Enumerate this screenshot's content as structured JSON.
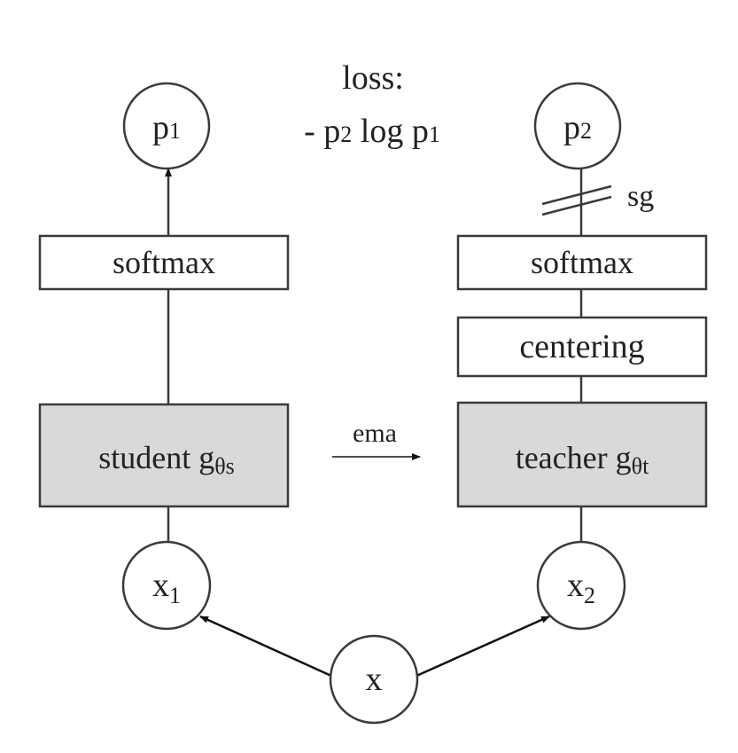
{
  "colors": {
    "stroke": "#3a3a3a",
    "box_fill": "#ffffff",
    "network_fill": "#d9d9d9",
    "text": "#222222"
  },
  "loss": {
    "title": "loss:",
    "formula": {
      "prefix": "- p",
      "sub1": "2",
      "mid": " log p",
      "sub2": "1"
    }
  },
  "student": {
    "output": {
      "base": "p",
      "sub": "1"
    },
    "softmax_label": "softmax",
    "network": {
      "label": "student g",
      "sub": "θs"
    },
    "input": {
      "base": "x",
      "sub": "1"
    }
  },
  "teacher": {
    "output": {
      "base": "p",
      "sub": "2"
    },
    "stop_gradient_label": "sg",
    "softmax_label": "softmax",
    "centering_label": "centering",
    "network": {
      "label": "teacher g",
      "sub": "θt"
    },
    "input": {
      "base": "x",
      "sub": "2"
    }
  },
  "ema_label": "ema",
  "source_input": "x"
}
